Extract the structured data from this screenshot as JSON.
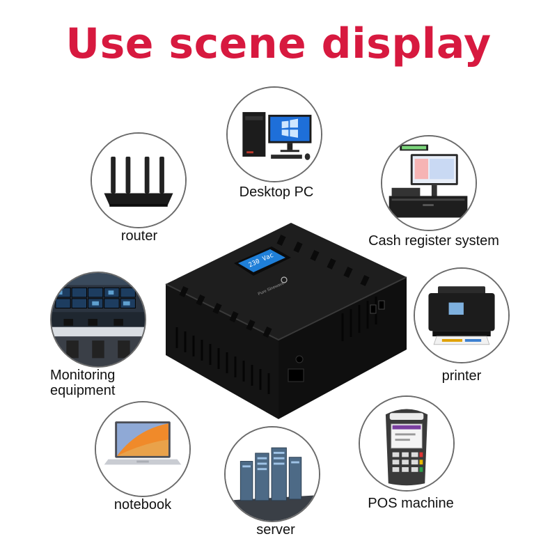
{
  "title": "Use scene display",
  "accent_color": "#d7193f",
  "device": {
    "display_text": "230 Vac",
    "brand_text": "Pure Sinewave"
  },
  "scenes": [
    {
      "id": "desktop-pc",
      "label": "Desktop PC",
      "icon": "desktop-pc-icon"
    },
    {
      "id": "router",
      "label": "router",
      "icon": "router-icon"
    },
    {
      "id": "cash-register",
      "label": "Cash register system",
      "icon": "cash-register-icon"
    },
    {
      "id": "monitoring",
      "label_line1": "Monitoring",
      "label_line2": "equipment",
      "icon": "monitoring-icon"
    },
    {
      "id": "printer",
      "label": "printer",
      "icon": "printer-icon"
    },
    {
      "id": "notebook",
      "label": "notebook",
      "icon": "laptop-icon"
    },
    {
      "id": "server",
      "label": "server",
      "icon": "server-icon"
    },
    {
      "id": "pos-machine",
      "label": "POS machine",
      "icon": "pos-terminal-icon"
    }
  ]
}
